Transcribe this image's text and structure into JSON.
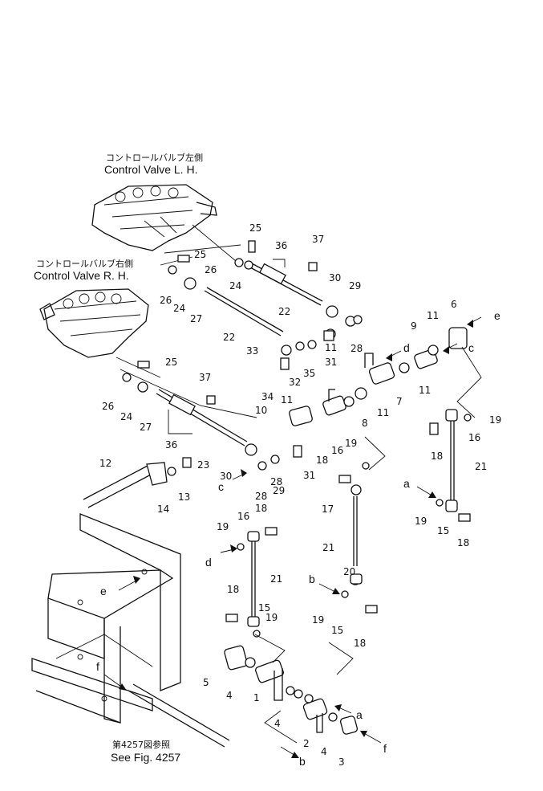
{
  "captions": {
    "lh_jp": "コントロールバルブ左側",
    "lh_en": "Control Valve L. H.",
    "rh_jp": "コントロールバルブ右側",
    "rh_en": "Control Valve R. H.",
    "fig_jp": "第4257図参照",
    "fig_en": "See Fig. 4257"
  },
  "callouts": {
    "n1": "1",
    "n2": "2",
    "n3": "3",
    "n4": "4",
    "n5": "5",
    "n6": "6",
    "n7": "7",
    "n8": "8",
    "n9": "9",
    "n10": "10",
    "n11": "11",
    "n12": "12",
    "n13": "13",
    "n14": "14",
    "n15": "15",
    "n16": "16",
    "n17": "17",
    "n18": "18",
    "n19": "19",
    "n20": "20",
    "n21": "21",
    "n22": "22",
    "n23": "23",
    "n24": "24",
    "n25": "25",
    "n26": "26",
    "n27": "27",
    "n28": "28",
    "n29": "29",
    "n30": "30",
    "n31": "31",
    "n32": "32",
    "n33": "33",
    "n34": "34",
    "n35": "35",
    "n36": "36",
    "n37": "37"
  },
  "connectors": {
    "a": "a",
    "b": "b",
    "c": "c",
    "d": "d",
    "e": "e",
    "f": "f"
  }
}
